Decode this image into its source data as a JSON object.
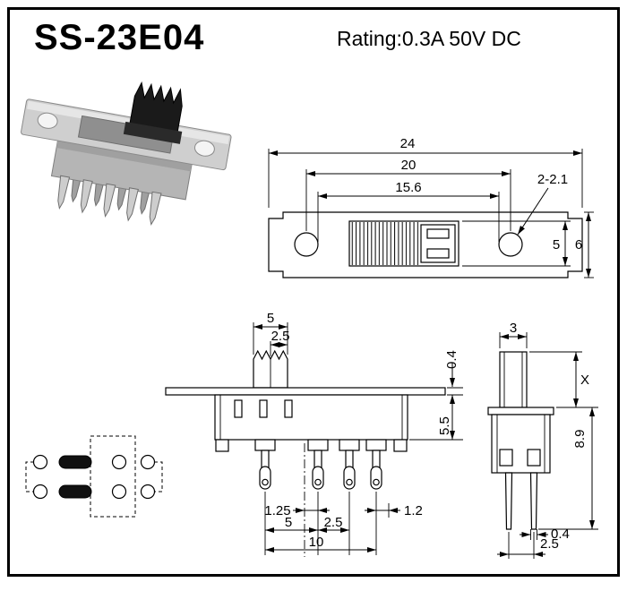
{
  "header": {
    "title": "SS-23E04",
    "rating": "Rating:0.3A 50V DC"
  },
  "top_view": {
    "dim_total_length": "24",
    "dim_hole_spacing": "20",
    "dim_inner_span": "15.6",
    "hole_callout": "2-2.1",
    "dim_slot_height": "5",
    "dim_body_width": "6"
  },
  "front_view": {
    "dim_knob_width": "5",
    "dim_knob_offset": "2.5",
    "dim_flange_thickness": "0.4",
    "dim_body_height": "5.5",
    "dim_center_to_pin": "1.25",
    "dim_pin_span": "5",
    "dim_pin_pitch": "2.5",
    "dim_end_offset": "1.2",
    "dim_pin_total": "10"
  },
  "side_view": {
    "dim_knob_depth": "3",
    "dim_knob_height": "X",
    "dim_overall_height": "8.9",
    "dim_pin_thickness": "0.4",
    "dim_pin_pitch": "2.5"
  }
}
